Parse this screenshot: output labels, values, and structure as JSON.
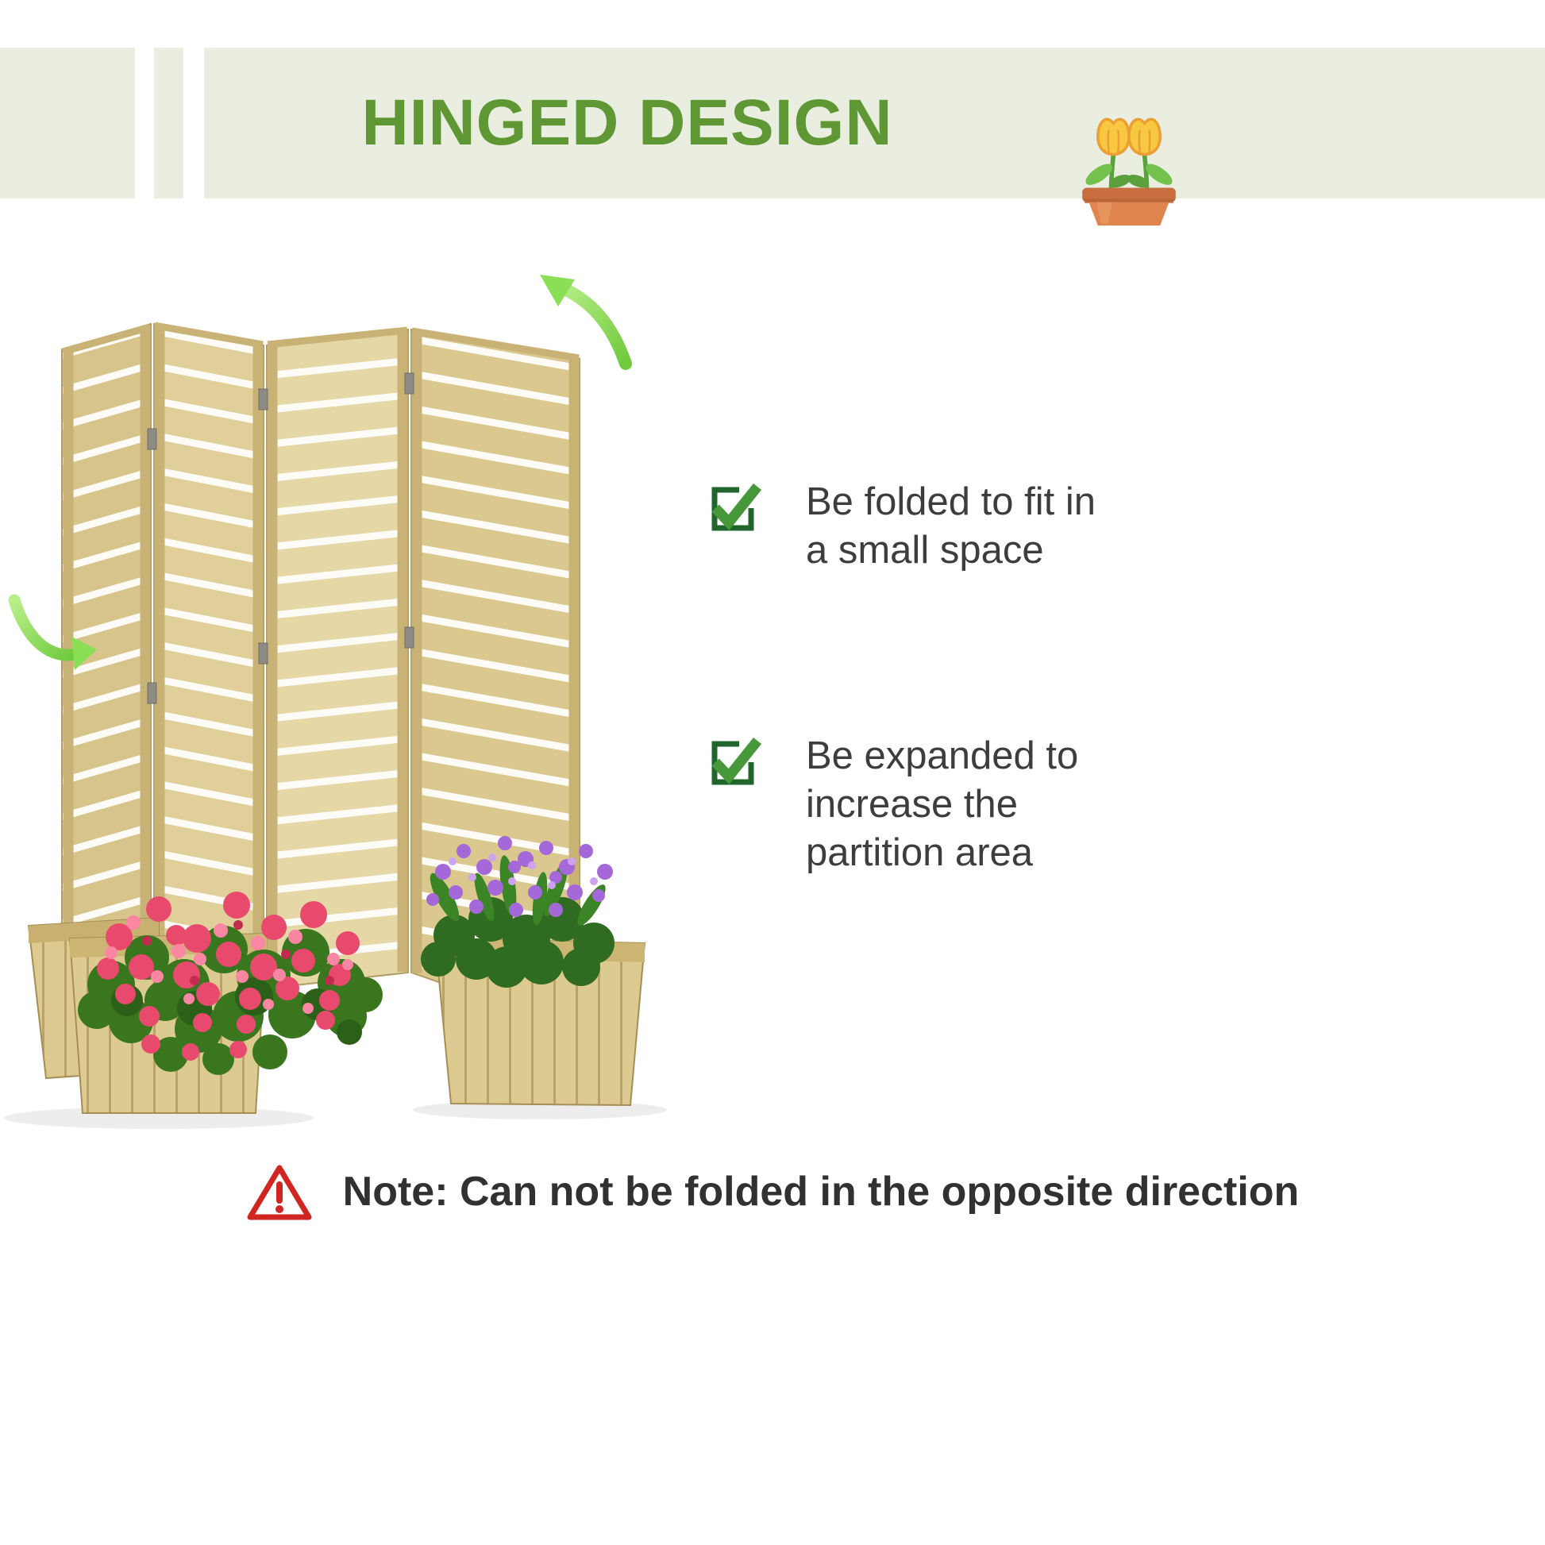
{
  "header": {
    "title": "HINGED DESIGN"
  },
  "features": [
    {
      "lines": [
        "Be folded to fit in",
        "a small space"
      ]
    },
    {
      "lines": [
        "Be expanded to",
        "increase the",
        "partition area"
      ]
    }
  ],
  "note": {
    "text": "Note: Can not be folded in the opposite direction"
  },
  "icons": {
    "header_decoration": "potted-tulips-icon",
    "feature_bullet": "checkmark-box-icon",
    "note_bullet": "warning-triangle-icon",
    "fold_hints": [
      "curved-arrow-top",
      "curved-arrow-left"
    ]
  },
  "colors": {
    "band_background": "#e9eee1",
    "title_green": "#5e9733",
    "check_green": "#47983a",
    "check_box_green": "#20652c",
    "arrow_green": "#8adf55",
    "warning_red": "#d02521",
    "wood": "#dbc993",
    "pink_flowers": "#e84a6e",
    "purple_flowers": "#a468d8",
    "text_dark": "#3d3d3d"
  }
}
